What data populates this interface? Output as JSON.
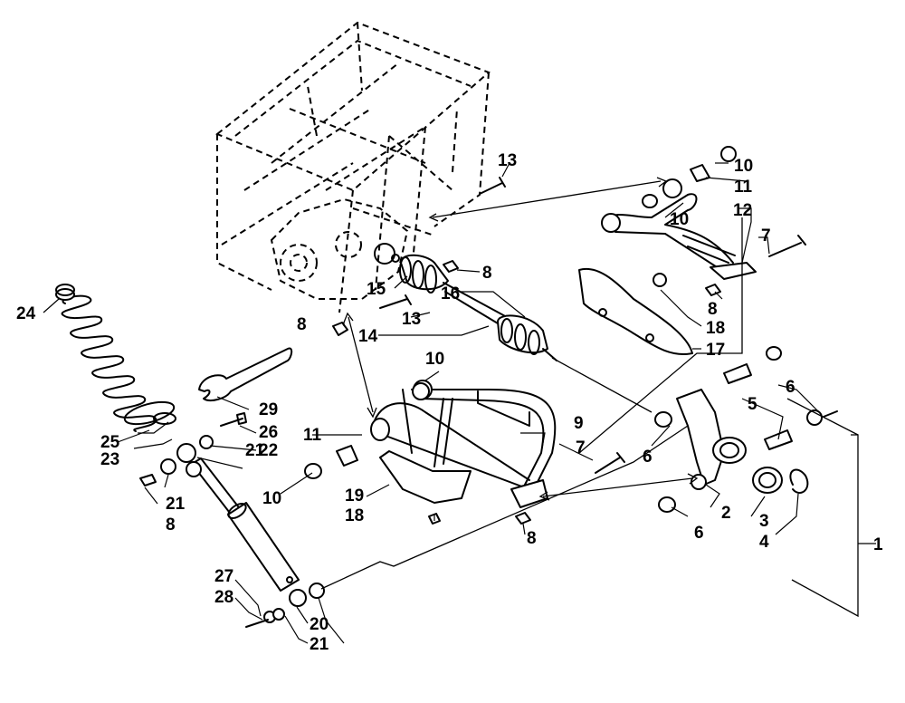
{
  "callouts": [
    {
      "id": "c1",
      "label": "1"
    },
    {
      "id": "c2",
      "label": "2"
    },
    {
      "id": "c3",
      "label": "3"
    },
    {
      "id": "c4",
      "label": "4"
    },
    {
      "id": "c5",
      "label": "5"
    },
    {
      "id": "c6a",
      "label": "6"
    },
    {
      "id": "c6b",
      "label": "6"
    },
    {
      "id": "c6c",
      "label": "6"
    },
    {
      "id": "c7a",
      "label": "7"
    },
    {
      "id": "c7b",
      "label": "7"
    },
    {
      "id": "c8a",
      "label": "8"
    },
    {
      "id": "c8b",
      "label": "8"
    },
    {
      "id": "c8c",
      "label": "8"
    },
    {
      "id": "c8d",
      "label": "8"
    },
    {
      "id": "c8e",
      "label": "8"
    },
    {
      "id": "c9",
      "label": "9"
    },
    {
      "id": "c10a",
      "label": "10"
    },
    {
      "id": "c10b",
      "label": "10"
    },
    {
      "id": "c10c",
      "label": "10"
    },
    {
      "id": "c10d",
      "label": "10"
    },
    {
      "id": "c11a",
      "label": "11"
    },
    {
      "id": "c11b",
      "label": "11"
    },
    {
      "id": "c12",
      "label": "12"
    },
    {
      "id": "c13a",
      "label": "13"
    },
    {
      "id": "c13b",
      "label": "13"
    },
    {
      "id": "c14",
      "label": "14"
    },
    {
      "id": "c15",
      "label": "15"
    },
    {
      "id": "c16",
      "label": "16"
    },
    {
      "id": "c17",
      "label": "17"
    },
    {
      "id": "c18a",
      "label": "18"
    },
    {
      "id": "c18b",
      "label": "18"
    },
    {
      "id": "c19",
      "label": "19"
    },
    {
      "id": "c20",
      "label": "20"
    },
    {
      "id": "c21a",
      "label": "21"
    },
    {
      "id": "c21b",
      "label": "21"
    },
    {
      "id": "c21c",
      "label": "21"
    },
    {
      "id": "c22",
      "label": "22"
    },
    {
      "id": "c23",
      "label": "23"
    },
    {
      "id": "c24",
      "label": "24"
    },
    {
      "id": "c25",
      "label": "25"
    },
    {
      "id": "c26",
      "label": "26"
    },
    {
      "id": "c27",
      "label": "27"
    },
    {
      "id": "c28",
      "label": "28"
    },
    {
      "id": "c29",
      "label": "29"
    }
  ]
}
